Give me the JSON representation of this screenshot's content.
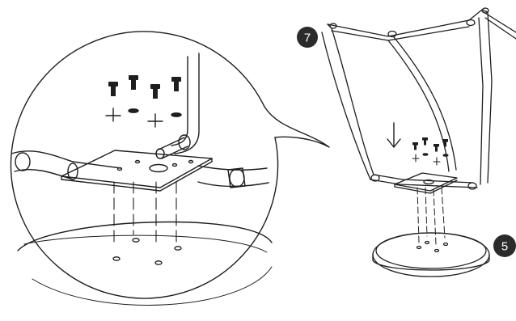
{
  "diagram": {
    "callouts": [
      {
        "label": "7"
      },
      {
        "label": "5"
      }
    ],
    "colors": {
      "line": "#1e1e1e",
      "badge": "#2b2b2b",
      "badge_text": "#ffffff",
      "background": "#ffffff"
    },
    "icons": {
      "arrow": "down-arrow",
      "screws": "screw-icon",
      "washers": "washer-icon"
    }
  }
}
